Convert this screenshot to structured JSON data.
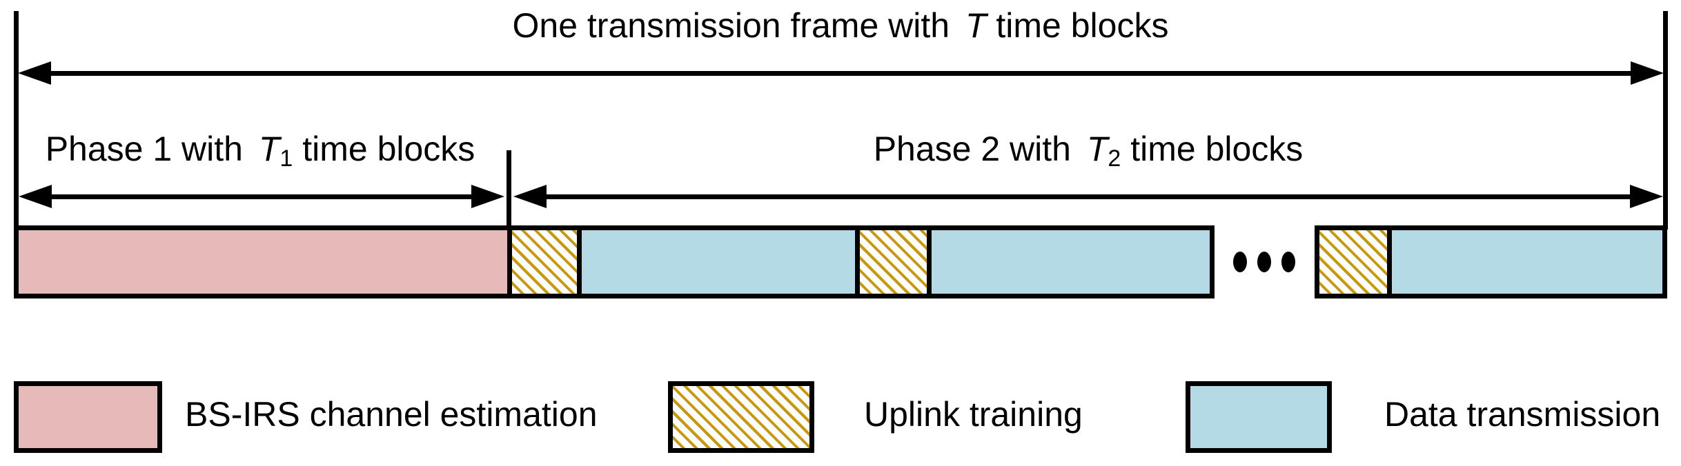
{
  "diagram": {
    "title": {
      "pre": "One transmission frame with ",
      "var": "T",
      "post": " time blocks"
    },
    "phase1": {
      "pre": "Phase 1 with ",
      "var": "T",
      "sub": "1",
      "post": " time blocks"
    },
    "phase2": {
      "pre": "Phase 2 with ",
      "var": "T",
      "sub": "2",
      "post": " time blocks"
    },
    "bar_sequence": [
      "BS-IRS channel estimation",
      "Uplink training",
      "Data transmission",
      "Uplink training",
      "Data transmission",
      "ellipsis",
      "Uplink training",
      "Data transmission"
    ]
  },
  "legend": [
    {
      "label": "BS-IRS channel estimation",
      "swatch": "pink-solid"
    },
    {
      "label": "Uplink training",
      "swatch": "gold-hatch"
    },
    {
      "label": "Data transmission",
      "swatch": "blue-solid"
    }
  ],
  "colors": {
    "bs_irs_pink": "#e7baba",
    "data_blue": "#b4dbe5",
    "uplink_hatch_gold": "#c9990d",
    "line_black": "#000000"
  }
}
